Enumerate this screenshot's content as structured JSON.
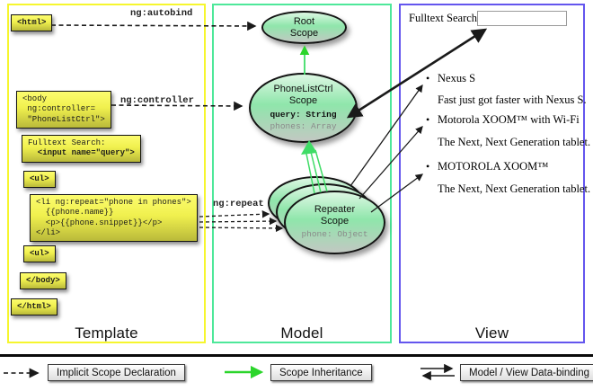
{
  "colors": {
    "template_border": "#f6f62e",
    "model_border": "#4ee89a",
    "view_border": "#6456ee",
    "scope_fill_green": "#8fe6ab",
    "code_yellow": "#f0f04e",
    "inheritance_green": "#2bd52b",
    "arrow_black": "#1a1a1a"
  },
  "labels": {
    "ng_autobind": "ng:autobind",
    "ng_controller": "ng:controller",
    "ng_repeat": "ng:repeat"
  },
  "template": {
    "panel_label": "Template",
    "code": {
      "html_open": "<html>",
      "body_open": "<body\n ng:controller=\n \"PhoneListCtrl\">",
      "fulltext_line1": "Fulltext Search:",
      "fulltext_line2": "  <input name=\"query\">",
      "ul_open": "<ul>",
      "li_repeat": "<li ng:repeat=\"phone in phones\">\n  {{phone.name}}\n  <p>{{phone.snippet}}</p>\n</li>",
      "ul_close": "<ul>",
      "body_close": "</body>",
      "html_close": "</html>"
    }
  },
  "model": {
    "panel_label": "Model",
    "root_scope": {
      "title": "Root\nScope"
    },
    "phonelist_scope": {
      "title": "PhoneListCtrl\nScope",
      "attr_query": "query: String",
      "attr_phones": "phones: Array"
    },
    "repeater_scope": {
      "title": "Repeater\nScope",
      "attr_phone": "phone: Object"
    }
  },
  "view": {
    "panel_label": "View",
    "search_label": "Fulltext Search:",
    "search_value": "",
    "bullet_glyph": "•",
    "items": [
      {
        "title": "Nexus S",
        "desc": "Fast just got faster with Nexus S."
      },
      {
        "title": "Motorola XOOM™  with Wi-Fi",
        "desc": "The Next, Next Generation tablet."
      },
      {
        "title": "MOTOROLA XOOM™",
        "desc": "The Next, Next Generation tablet."
      }
    ]
  },
  "legend": {
    "implicit": "Implicit Scope Declaration",
    "inheritance": "Scope Inheritance",
    "binding": "Model / View Data-binding"
  }
}
